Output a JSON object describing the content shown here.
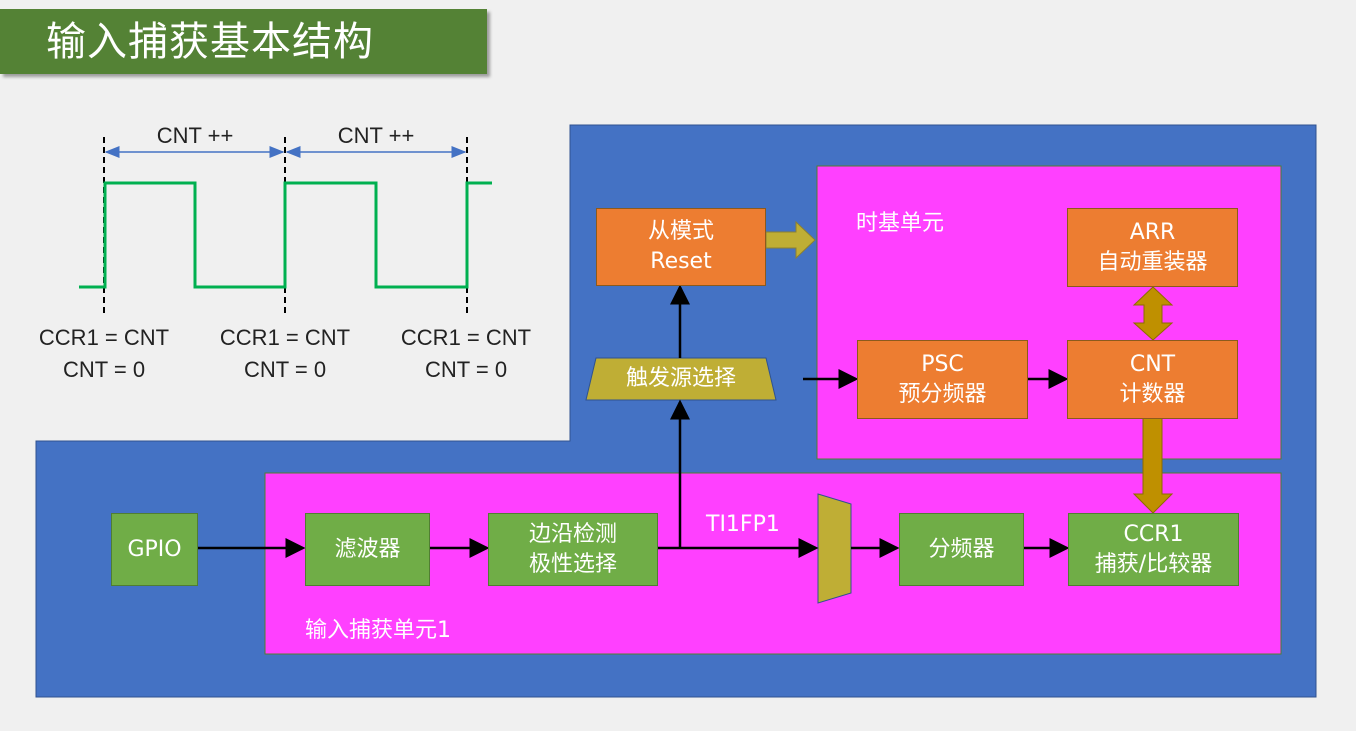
{
  "title": "输入捕获基本结构",
  "colors": {
    "title_bg": "#548235",
    "outer_block": "#4472c4",
    "unit_block": "#ff40ff",
    "orange_box": "#ed7d31",
    "green_box": "#70ad47",
    "mux": "#bfae35",
    "wide_arrow": "#bf9000",
    "waveform": "#00b050",
    "dimension_arrow": "#4472c4"
  },
  "waveform": {
    "intervals": [
      {
        "label": "CNT ++"
      },
      {
        "label": "CNT ++"
      }
    ],
    "edges": [
      {
        "line1": "CCR1 = CNT",
        "line2": "CNT = 0"
      },
      {
        "line1": "CCR1 = CNT",
        "line2": "CNT = 0"
      },
      {
        "line1": "CCR1 = CNT",
        "line2": "CNT = 0"
      }
    ]
  },
  "time_base": {
    "label": "时基单元",
    "arr": {
      "line1": "ARR",
      "line2": "自动重装器"
    },
    "psc": {
      "line1": "PSC",
      "line2": "预分频器"
    },
    "cnt": {
      "line1": "CNT",
      "line2": "计数器"
    }
  },
  "slave_mode": {
    "line1": "从模式",
    "line2": "Reset"
  },
  "trigger_select": {
    "label": "触发源选择"
  },
  "input_capture": {
    "label": "输入捕获单元1",
    "gpio": {
      "label": "GPIO"
    },
    "filter": {
      "label": "滤波器"
    },
    "edge_detect": {
      "line1": "边沿检测",
      "line2": "极性选择"
    },
    "signal_label": "TI1FP1",
    "prescaler": {
      "label": "分频器"
    },
    "ccr1": {
      "line1": "CCR1",
      "line2": "捕获/比较器"
    }
  }
}
